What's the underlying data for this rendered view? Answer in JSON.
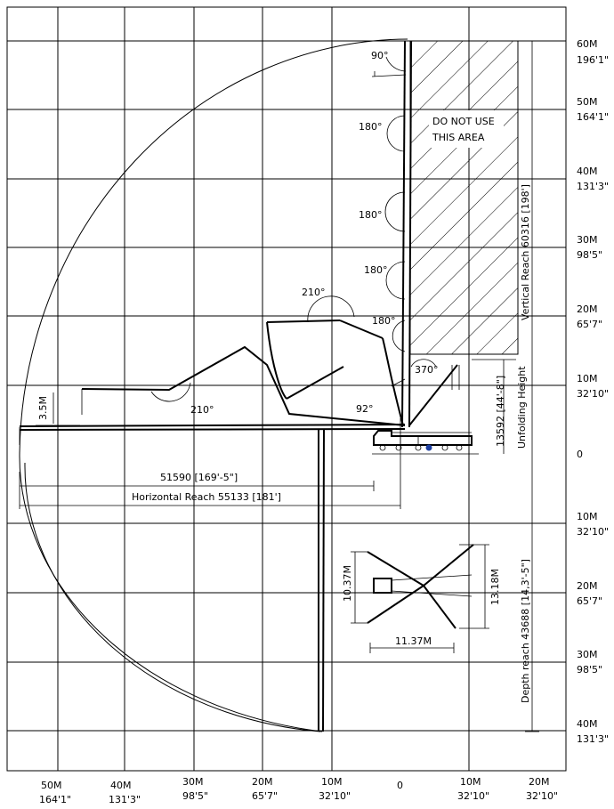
{
  "right_axis": {
    "r60": [
      "60M",
      "196'1\""
    ],
    "r50": [
      "50M",
      "164'1\""
    ],
    "r40": [
      "40M",
      "131'3\""
    ],
    "r30": [
      "30M",
      "98'5\""
    ],
    "r20": [
      "20M",
      "65'7\""
    ],
    "r10": [
      "10M",
      "32'10\""
    ],
    "r0": "0",
    "rm10": [
      "10M",
      "32'10\""
    ],
    "rm20": [
      "20M",
      "65'7\""
    ],
    "rm30": [
      "30M",
      "98'5\""
    ],
    "rm40": [
      "40M",
      "131'3\""
    ]
  },
  "bottom_axis": {
    "b50": [
      "50M",
      "164'1\""
    ],
    "b40": [
      "40M",
      "131'3\""
    ],
    "b30": [
      "30M",
      "98'5\""
    ],
    "b20": [
      "20M",
      "65'7\""
    ],
    "b10": [
      "10M",
      "32'10\""
    ],
    "b0": "0",
    "bp10": [
      "10M",
      "32'10\""
    ],
    "bp20": [
      "20M",
      "32'10\""
    ]
  },
  "dimensions": {
    "reach_51590": "51590 [169'-5\"]",
    "horizontal_reach": "Horizontal Reach 55133 [181']",
    "vertical_reach": "Vertical Reach 60316 [198']",
    "depth_reach": "Depth reach 43688 [14,3'-5\"]",
    "unfolding_value": "13592 [44'-8\"]",
    "unfolding_label": "Unfolding Height",
    "h35": "3.5M"
  },
  "angles": {
    "a90": "90°",
    "a180a": "180°",
    "a180b": "180°",
    "a180c": "180°",
    "a180d": "180°",
    "a210a": "210°",
    "a210b": "210°",
    "a370": "370°",
    "a92": "92°"
  },
  "warning": [
    "DO NOT USE",
    "THIS AREA"
  ],
  "outrigger": {
    "width": "11.37M",
    "left_height": "10.37M",
    "right_height": "13.18M"
  }
}
